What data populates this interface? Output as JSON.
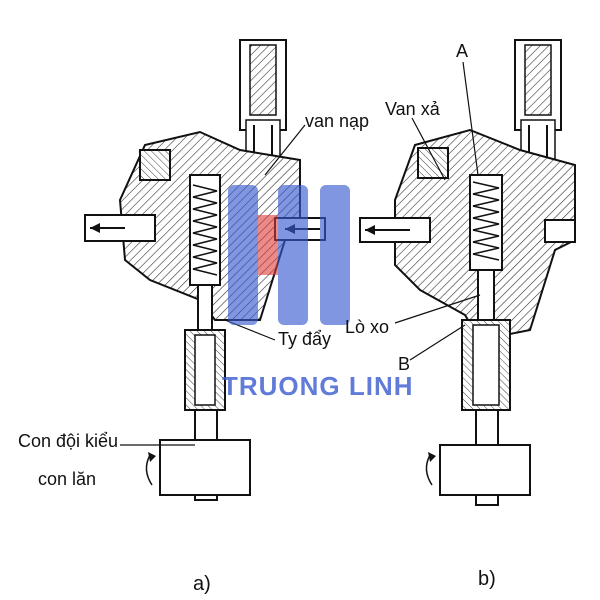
{
  "diagram": {
    "panel_a": {
      "caption": "a)",
      "labels": {
        "intake_valve": "van nạp",
        "push_rod": "Ty đẩy",
        "follower_line1": "Con đội kiểu",
        "follower_line2": "con lăn"
      }
    },
    "panel_b": {
      "caption": "b)",
      "labels": {
        "exhaust_valve": "Van xả",
        "point_a": "A",
        "spring": "Lò xo",
        "point_b": "B"
      }
    },
    "watermark": {
      "text": "TRUONG LINH",
      "colors": {
        "blue": "#3a5bd0",
        "red": "#e03a3a"
      }
    }
  }
}
